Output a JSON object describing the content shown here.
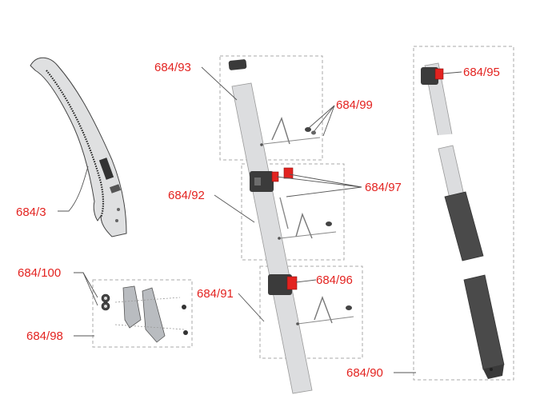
{
  "colors": {
    "label": "#e32320",
    "red_part": "#e32320",
    "pole_light": "#d9dadb",
    "pole_dark": "#4a4a4a",
    "leader_line": "#555555"
  },
  "labels": {
    "saw_blade": "684/3",
    "coupling_top_pole": "684/93",
    "pins_top": "684/99",
    "lock_mid": "684/92",
    "red_buttons": "684/97",
    "lock_lower": "684/91",
    "red_clip": "684/96",
    "end_lock": "684/95",
    "handle_pole": "684/90",
    "washers": "684/100",
    "bracket_set": "684/98"
  },
  "icons": {
    "saw": "pruning-saw-blade",
    "pole": "telescopic-pole",
    "lock": "locking-collar"
  }
}
